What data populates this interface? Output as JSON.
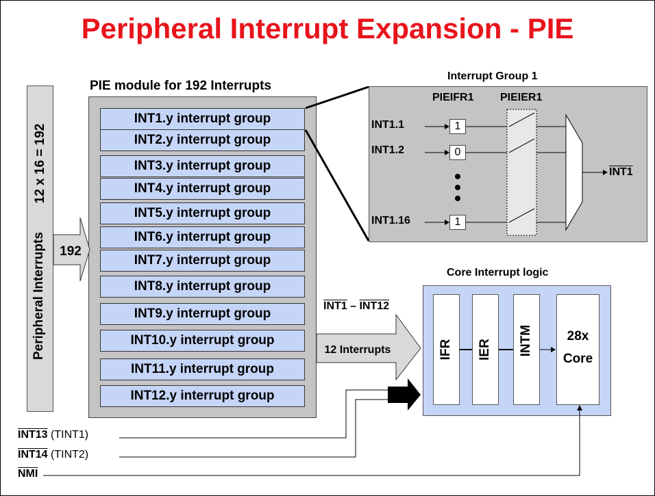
{
  "title": "Peripheral Interrupt Expansion - PIE",
  "peripheral_bar": {
    "label": "Peripheral Interrupts",
    "formula": "12 x 16 = 192",
    "arrow_label": "192"
  },
  "pie_module": {
    "title": "PIE module for 192 Interrupts",
    "groups": [
      "INT1.y interrupt group",
      "INT2.y interrupt group",
      "INT3.y interrupt group",
      "INT4.y interrupt group",
      "INT5.y interrupt group",
      "INT6.y interrupt group",
      "INT7.y interrupt group",
      "INT8.y interrupt group",
      "INT9.y interrupt group",
      "INT10.y interrupt group",
      "INT11.y interrupt group",
      "INT12.y interrupt group"
    ]
  },
  "group_zoom": {
    "title": "Interrupt Group 1",
    "flag_reg": "PIEIFR1",
    "enable_reg": "PIEIER1",
    "inputs": [
      {
        "name": "INT1.1",
        "flag": "1"
      },
      {
        "name": "INT1.2",
        "flag": "0"
      },
      {
        "name": "INT1.16",
        "flag": "1"
      }
    ],
    "output": "INT1"
  },
  "core": {
    "title": "Core Interrupt logic",
    "bus_label": "INT1 – INT12",
    "bus_left": "INT1",
    "bus_sep": " – ",
    "bus_right": "INT12",
    "arrow_label": "12 Interrupts",
    "regs": [
      "IFR",
      "IER",
      "INTM"
    ],
    "core_label_1": "28x",
    "core_label_2": "Core"
  },
  "direct_lines": [
    {
      "signal": "INT13",
      "source": "(TINT1)"
    },
    {
      "signal": "INT14",
      "source": "(TINT2)"
    },
    {
      "signal": "NMI",
      "source": ""
    }
  ]
}
